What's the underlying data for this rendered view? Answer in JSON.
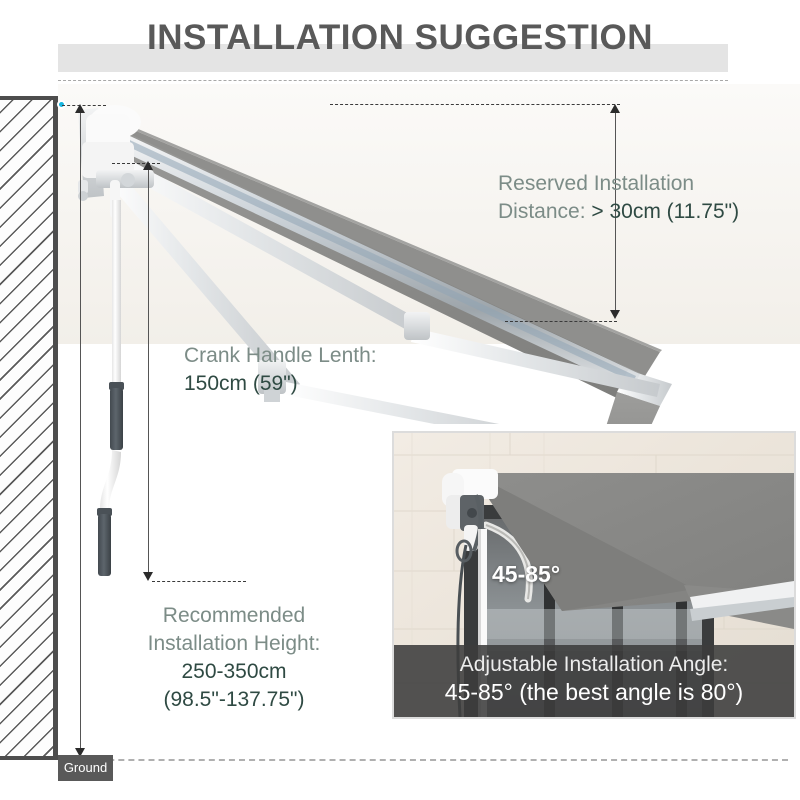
{
  "header": {
    "title": "INSTALLATION SUGGESTION"
  },
  "diagram": {
    "ground_label": "Ground",
    "wall_marker_icon": "anchor-point-dot-icon",
    "colors": {
      "accent_marker": "#16b6e0",
      "canopy_fabric": "#8c8c8c",
      "frame_metal": "#d8dadb",
      "text_light": "#7c8c87",
      "text_dark": "#2f4a43",
      "caption_overlay": "#3c3c3c",
      "wall_hatch": "#5a5a5a"
    }
  },
  "callouts": {
    "reserved": {
      "line1": "Reserved Installation",
      "line2_label": "Distance: ",
      "line2_value": "> 30cm (11.75\")"
    },
    "crank": {
      "line1": "Crank Handle Lenth:",
      "line2_value": "150cm (59\")"
    },
    "height": {
      "line1": "Recommended",
      "line2": "Installation Height:",
      "line3_value": "250-350cm",
      "line4_value": "(98.5\"-137.75\")"
    }
  },
  "inset": {
    "angle_badge": "45-85°",
    "caption_line1": "Adjustable Installation Angle:",
    "caption_line2": "45-85° (the best angle is 80°)"
  }
}
